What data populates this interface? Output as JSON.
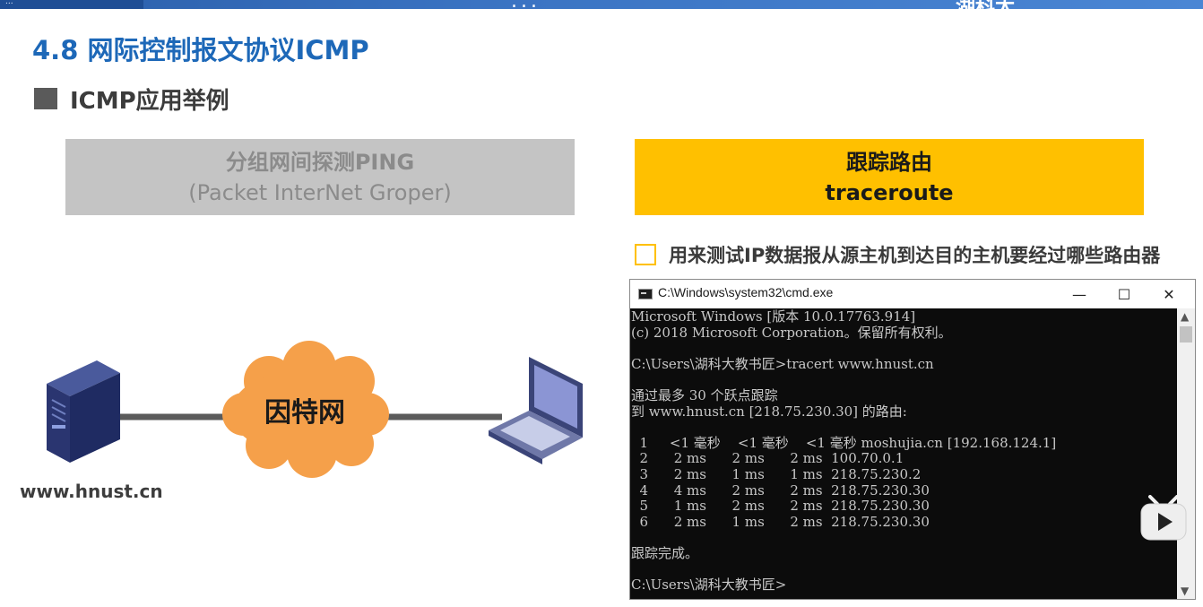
{
  "top_banner": {
    "left_text": "...",
    "center_text": "...",
    "right_text": "湖科大..."
  },
  "slide": {
    "title": "4.8 网际控制报文协议ICMP",
    "subtitle": "ICMP应用举例"
  },
  "ping_box": {
    "line1": "分组网间探测PING",
    "line2": "(Packet InterNet Groper)",
    "bg_color": "#c4c4c4"
  },
  "traceroute_box": {
    "line1": "跟踪路由",
    "line2": "traceroute",
    "bg_color": "#ffc000"
  },
  "bullet": {
    "text": "用来测试IP数据报从源主机到达目的主机要经过哪些路由器"
  },
  "network_diagram": {
    "cloud_label": "因特网",
    "server_label": "www.hnust.cn",
    "cloud_color": "#f5a04a"
  },
  "cmd_window": {
    "title": "C:\\Windows\\system32\\cmd.exe",
    "minimize": "—",
    "maximize": "☐",
    "close": "✕",
    "lines": [
      "Microsoft Windows [版本 10.0.17763.914]",
      "(c) 2018 Microsoft Corporation。保留所有权利。",
      "",
      "C:\\Users\\湖科大教书匠>tracert www.hnust.cn",
      "",
      "通过最多 30 个跃点跟踪",
      "到 www.hnust.cn [218.75.230.30] 的路由:",
      "",
      "  1     <1 毫秒    <1 毫秒    <1 毫秒 moshujia.cn [192.168.124.1]",
      "  2      2 ms      2 ms      2 ms  100.70.0.1",
      "  3      2 ms      1 ms      1 ms  218.75.230.2",
      "  4      4 ms      2 ms      2 ms  218.75.230.30",
      "  5      1 ms      2 ms      2 ms  218.75.230.30",
      "  6      2 ms      1 ms      2 ms  218.75.230.30",
      "",
      "跟踪完成。",
      "",
      "C:\\Users\\湖科大教书匠>"
    ]
  }
}
